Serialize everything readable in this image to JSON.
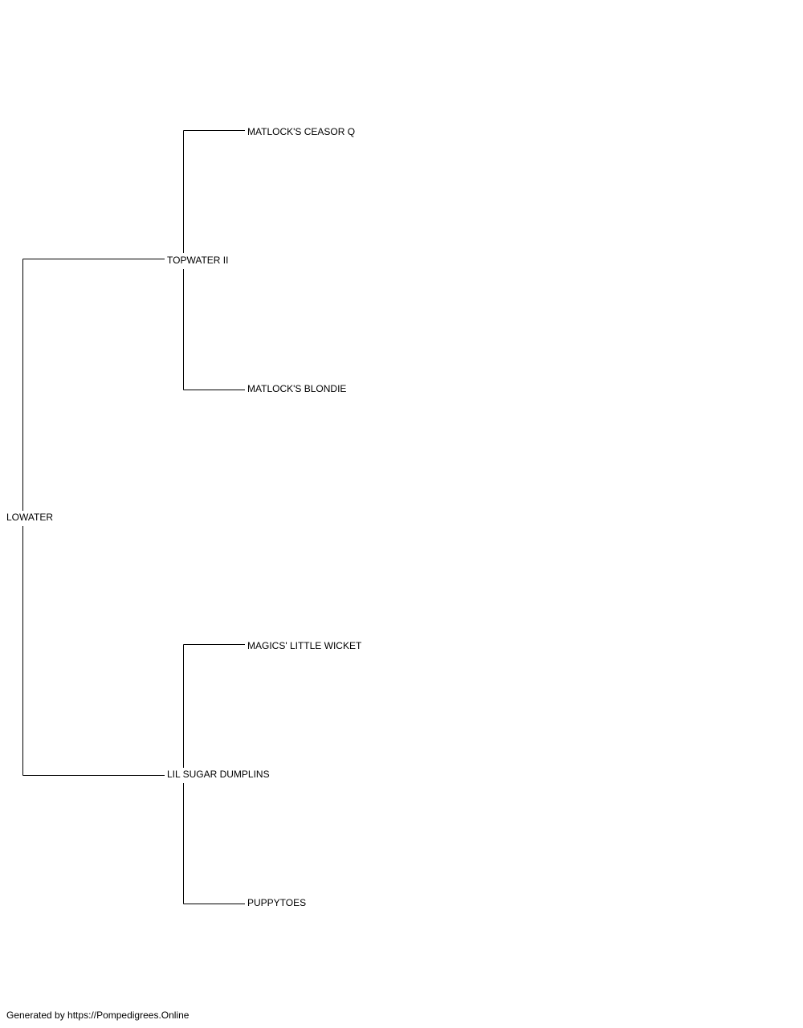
{
  "pedigree": {
    "subject": "LOWATER",
    "sire": {
      "name": "TOPWATER II",
      "sire": "MATLOCK'S CEASOR Q",
      "dam": "MATLOCK'S BLONDIE"
    },
    "dam": {
      "name": "LIL SUGAR DUMPLINS",
      "sire": "MAGICS' LITTLE WICKET",
      "dam": "PUPPYTOES"
    }
  },
  "footer": {
    "text": "Generated by https://Pompedigrees.Online"
  }
}
